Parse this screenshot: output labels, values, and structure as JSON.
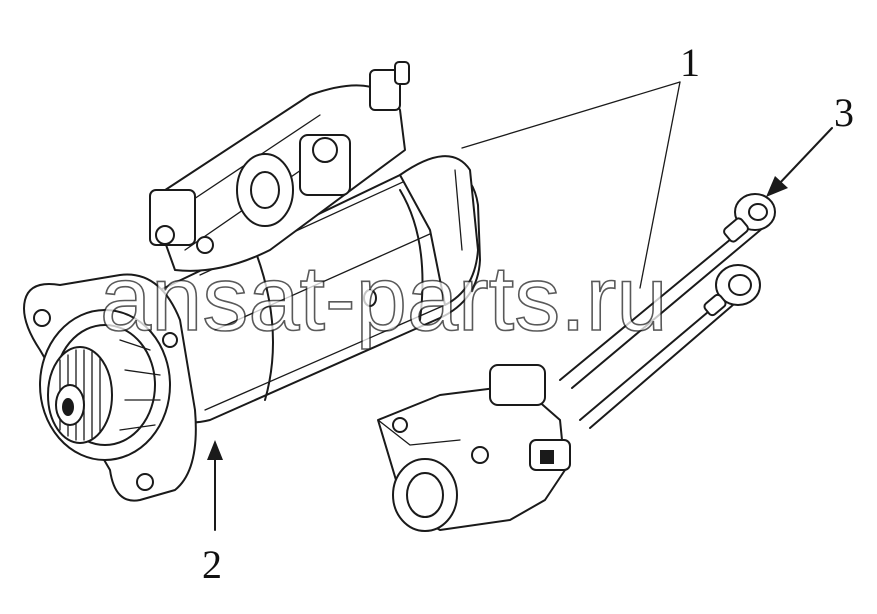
{
  "callouts": [
    {
      "id": "1",
      "label": "1"
    },
    {
      "id": "2",
      "label": "2"
    },
    {
      "id": "3",
      "label": "3"
    }
  ],
  "watermark": {
    "text": "ansat-parts.ru"
  },
  "icons": {
    "starter": "starter-motor-drawing",
    "harness": "cable-harness-drawing"
  },
  "colors": {
    "line": "#1a1a1a",
    "background": "#ffffff"
  }
}
